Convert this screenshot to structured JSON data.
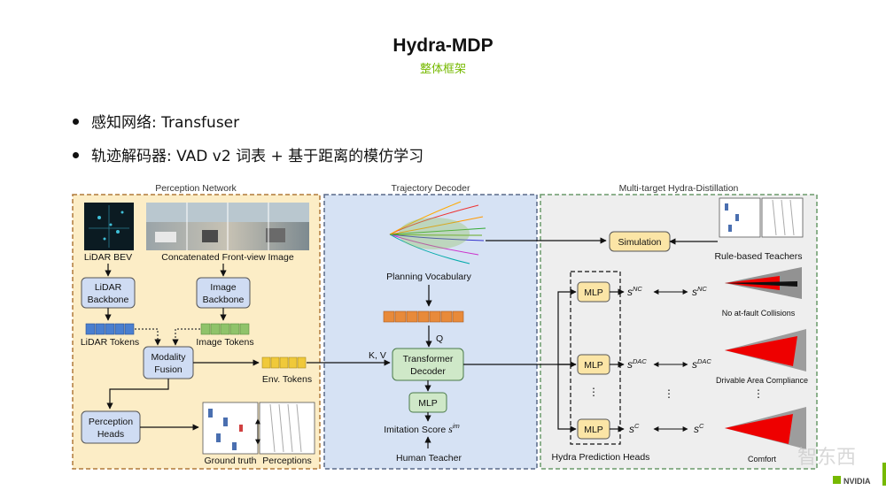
{
  "slide": {
    "title": "Hydra-MDP",
    "subtitle": "整体框架",
    "bullets": [
      "感知网络: Transfuser",
      "轨迹解码器: VAD v2 词表 + 基于距离的模仿学习"
    ]
  },
  "diagram": {
    "sections": {
      "perception": "Perception Network",
      "decoder": "Trajectory Decoder",
      "distill": "Multi-target Hydra-Distillation"
    },
    "perception": {
      "lidar_bev": "LiDAR BEV",
      "front_view": "Concatenated Front-view Image",
      "lidar_backbone_1": "LiDAR",
      "lidar_backbone_2": "Backbone",
      "image_backbone_1": "Image",
      "image_backbone_2": "Backbone",
      "lidar_tokens": "LiDAR Tokens",
      "image_tokens": "Image Tokens",
      "fusion_1": "Modality",
      "fusion_2": "Fusion",
      "env_tokens": "Env. Tokens",
      "heads_1": "Perception",
      "heads_2": "Heads",
      "ground_truth": "Ground truth",
      "perceptions": "Perceptions"
    },
    "decoder": {
      "vocabulary": "Planning Vocabulary",
      "q": "Q",
      "kv": "K, V",
      "transformer_1": "Transformer",
      "transformer_2": "Decoder",
      "mlp": "MLP",
      "imitation": "Imitation Score",
      "imitation_sym": "s",
      "imitation_sup": "im",
      "human_teacher": "Human Teacher"
    },
    "distill": {
      "simulation": "Simulation",
      "rule_teachers": "Rule-based Teachers",
      "mlp": "MLP",
      "score_sym": "s",
      "nc": "NC",
      "dac": "DAC",
      "c": "C",
      "dots": "⋮",
      "no_fault": "No at-fault Collisions",
      "drivable": "Drivable Area Compliance",
      "comfort": "Comfort",
      "prediction_heads": "Hydra Prediction Heads"
    },
    "colors": {
      "perception_bg": "#fcedc6",
      "decoder_bg": "#d6e2f4",
      "distill_bg": "#eeeeee",
      "box_fill": "#cfdcf3",
      "mlp_fill": "#fbe5a6",
      "nvidia_green": "#76b900"
    }
  },
  "footer": {
    "logo": "NVIDIA",
    "watermark": "智东西"
  }
}
